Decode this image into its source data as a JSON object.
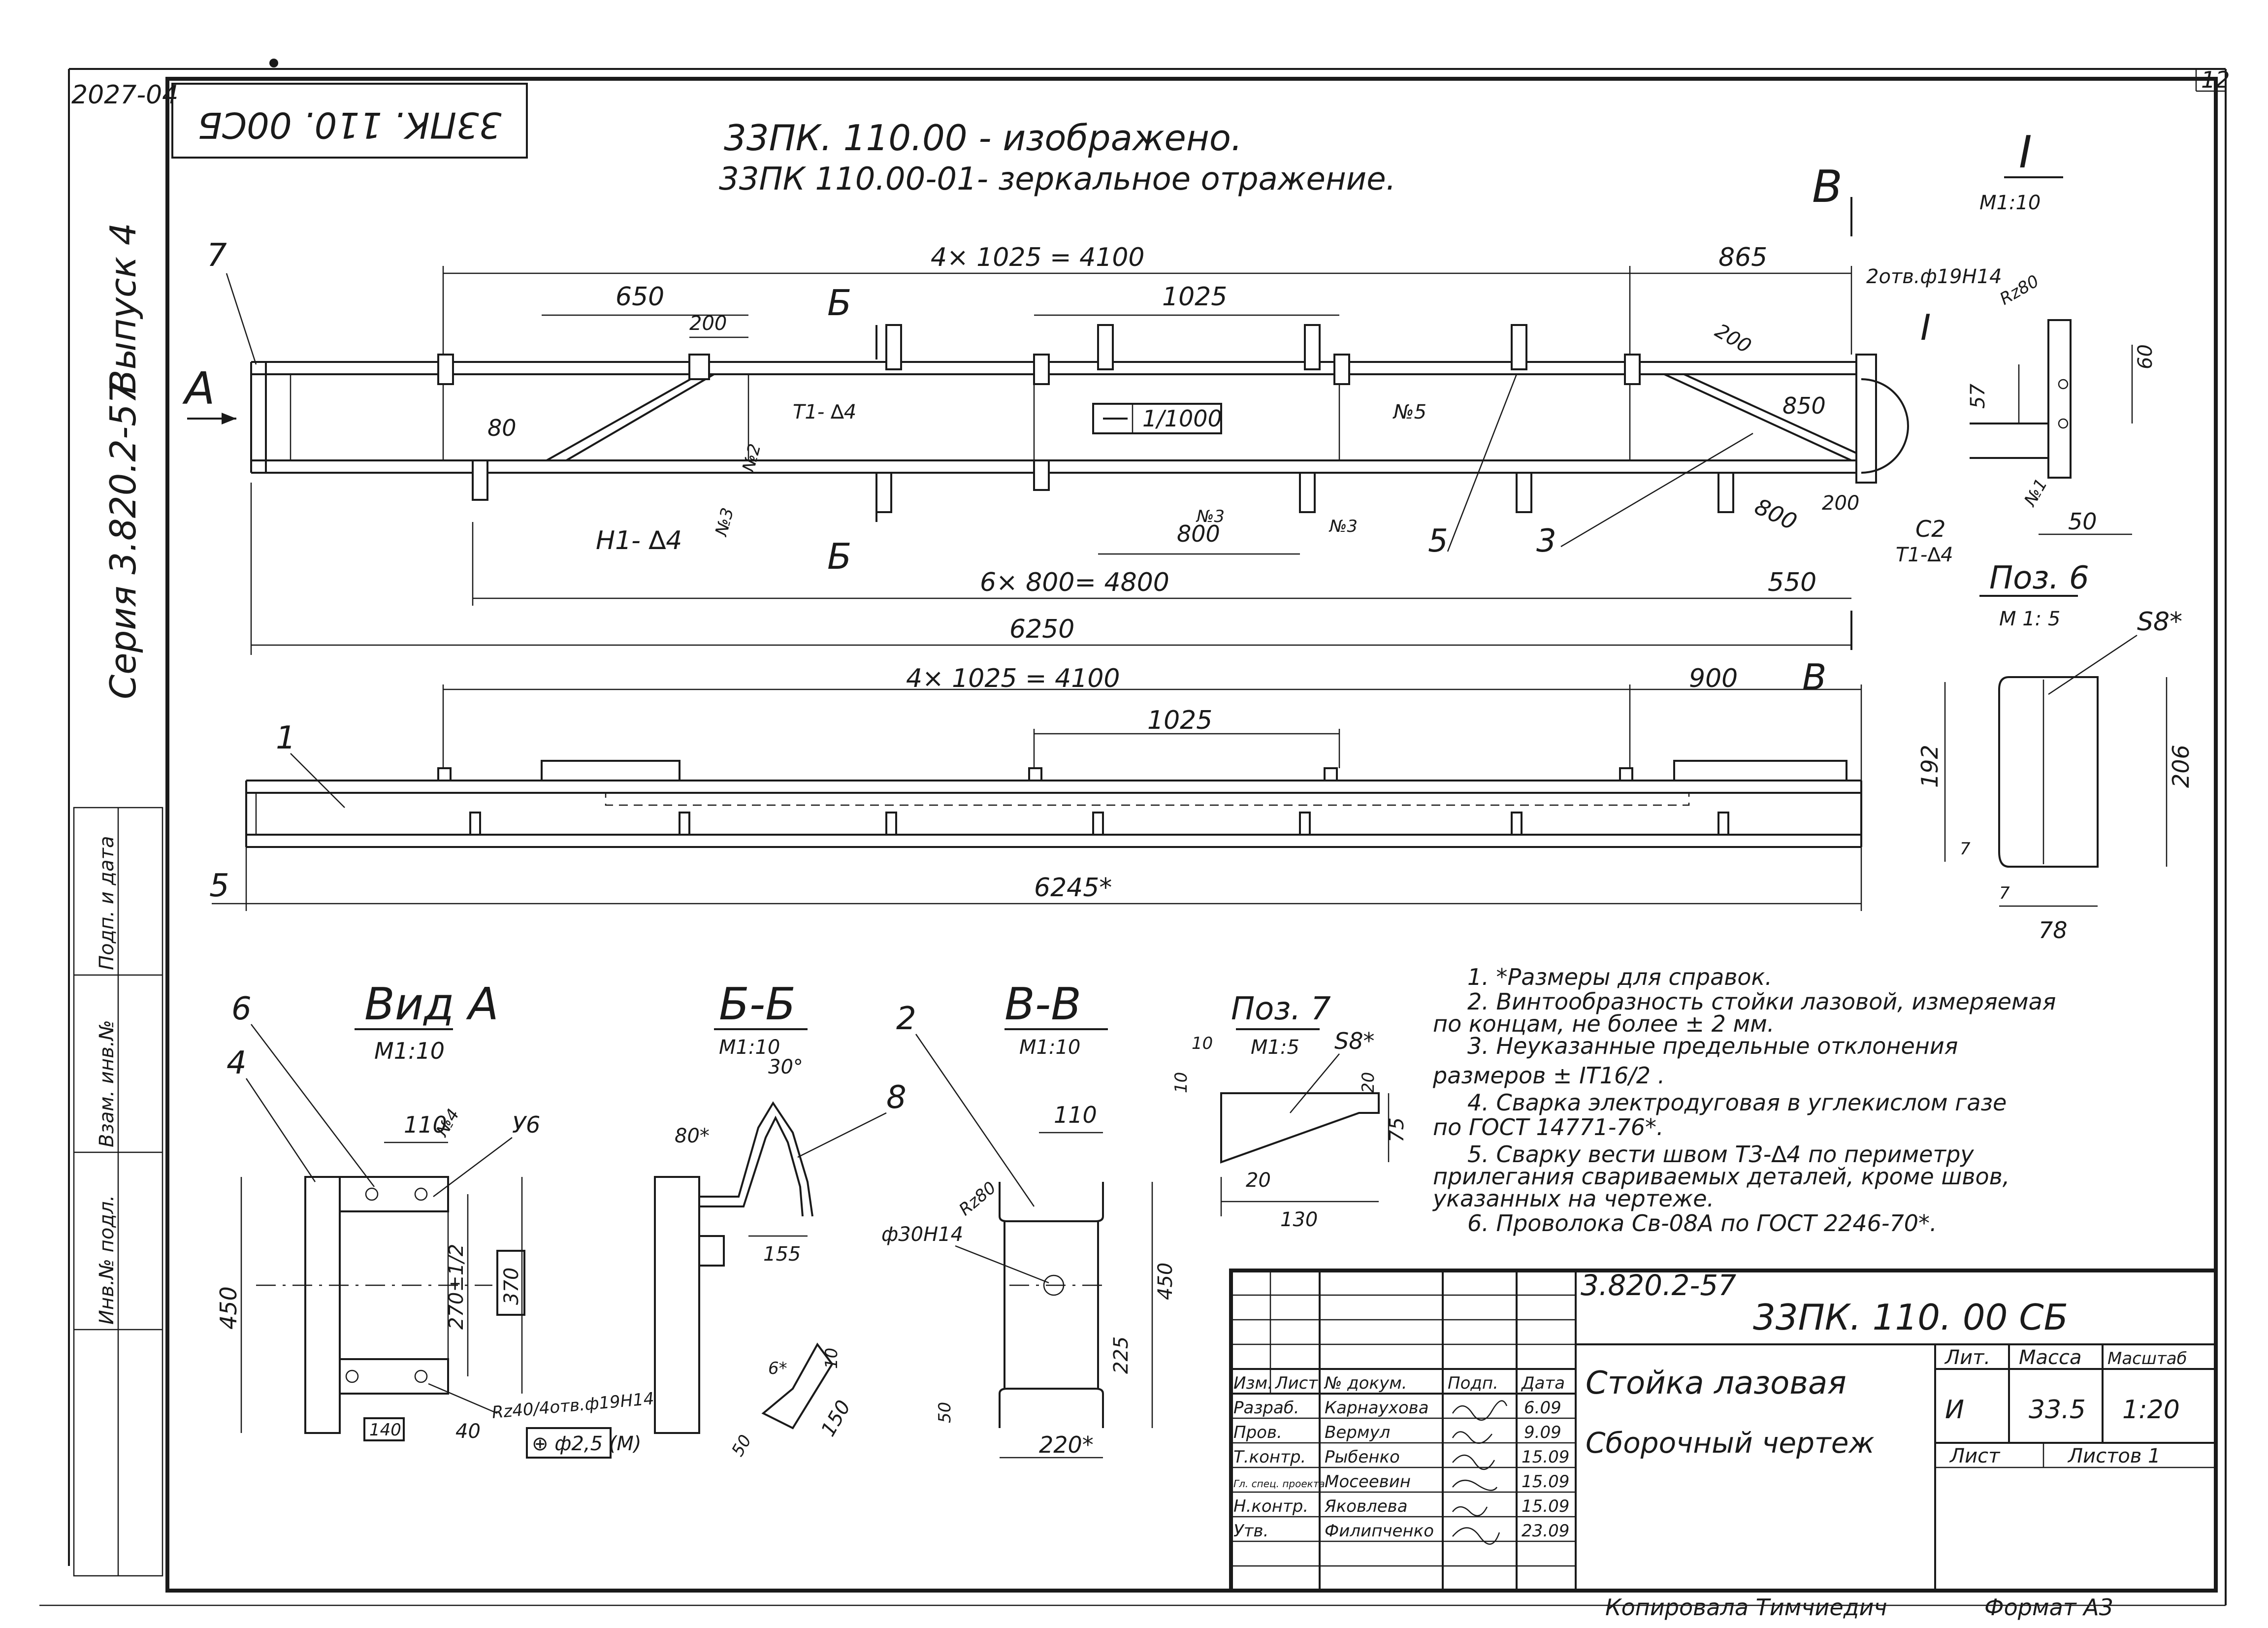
{
  "sheet": {
    "corner_code": "2027-04",
    "page_number": "12",
    "mirrored_code": "33ПК. 110. 00СБ",
    "vertical_series": "Серия 3.820.2-57",
    "vertical_issue": "Выпуск 4"
  },
  "header": {
    "line1": "33ПК. 110.00  - изображено.",
    "line2": "33ПК 110.00-01- зеркальное отражение."
  },
  "main_view": {
    "label_b_top": "Б",
    "label_b_bottom": "Б",
    "label_v_top": "В",
    "label_v_bottom": "В",
    "label_a": "А",
    "label_i": "I",
    "pos_7": "7",
    "pos_5": "5",
    "pos_3": "3",
    "dim_4x1025": "4× 1025 = 4100",
    "dim_865": "865",
    "dim_650": "650",
    "dim_200a": "200",
    "dim_1025": "1025",
    "dim_80": "80",
    "dim_200b": "200",
    "dim_800a": "800",
    "dim_850": "850",
    "dim_800b": "800",
    "dim_200c": "200",
    "dim_6x800": "6× 800= 4800",
    "dim_550": "550",
    "dim_6250": "6250",
    "weld_t1": "Т1- ∆4",
    "weld_h1": "Н1- ∆4",
    "weld_n2": "№2",
    "weld_n3a": "№3",
    "weld_n3b": "№3",
    "weld_n3c": "№3",
    "weld_n5": "№5",
    "slope": "1/1000"
  },
  "lower_view": {
    "dim_4x1025": "4× 1025 = 4100",
    "dim_900": "900",
    "dim_1025": "1025",
    "dim_6245": "6245*",
    "pos_1": "1",
    "pos_5": "5"
  },
  "detail_i": {
    "title": "I",
    "scale": "М1:10",
    "holes": "2отв.ф19Н14",
    "rz": "Rz80",
    "dim_60": "60",
    "dim_57": "57",
    "dim_50": "50",
    "weld_n1": "№1",
    "weld_c2": "С2",
    "weld_t1": "Т1-∆4"
  },
  "pos6": {
    "title": "Поз. 6",
    "scale": "М 1: 5",
    "s8": "S8*",
    "dim_192": "192",
    "dim_206": "206",
    "dim_7a": "7",
    "dim_7b": "7",
    "dim_78": "78"
  },
  "view_a": {
    "title": "Вид А",
    "scale": "М1:10",
    "pos_6": "6",
    "pos_4": "4",
    "dim_110": "110",
    "weld_n4": "№4",
    "weld_u6": "У6",
    "dim_450": "450",
    "dim_270": "270±1/2",
    "dim_370": "370",
    "dim_140": "140",
    "dim_40": "40",
    "holes": "Rz40/4отв.ф19Н14",
    "tolerance": "⊕ ф2,5 (М)"
  },
  "section_bb": {
    "title": "Б-Б",
    "scale": "М1:10",
    "dim_30": "30°",
    "dim_80": "80*",
    "pos_8": "8",
    "dim_155": "155",
    "dim_10": "10",
    "dim_6": "6*",
    "dim_50": "50",
    "dim_150": "150"
  },
  "section_vv": {
    "title": "В-В",
    "scale": "М1:10",
    "pos_2": "2",
    "dim_110": "110",
    "hole": "ф30Н14",
    "rz": "Rz80",
    "dim_450": "450",
    "dim_225": "225",
    "dim_50": "50",
    "dim_220": "220*"
  },
  "pos7": {
    "title": "Поз. 7",
    "scale": "М1:5",
    "s8": "S8*",
    "dim_10a": "10",
    "dim_10b": "10",
    "dim_20a": "20",
    "dim_75": "75",
    "dim_20b": "20",
    "dim_130": "130"
  },
  "notes": {
    "n1": "1. *Размеры для справок.",
    "n2a": "2. Винтообразность стойки  лазовой, измеряемая",
    "n2b": "по концам, не более ± 2 мм.",
    "n3a": "3. Неуказанные предельные отклонения",
    "n3b": "размеров ± IT16/2 .",
    "n4a": "4. Сварка электродуговая в углекислом газе",
    "n4b": "по ГОСТ 14771-76*.",
    "n5a": "5. Сварку вести швом Т3-∆4 по периметру",
    "n5b": "прилегания свариваемых деталей, кроме швов,",
    "n5c": "указанных на чертеже.",
    "n6": "6. Проволока  Св-08А по ГОСТ 2246-70*."
  },
  "title_block": {
    "series": "3.820.2-57",
    "designation": "33ПК. 110. 00 СБ",
    "name1": "Стойка лазовая",
    "name2": "Сборочный чертеж",
    "hdr_izm": "Изм.",
    "hdr_list": "Лист",
    "hdr_doc": "№ докум.",
    "hdr_sign": "Подп.",
    "hdr_date": "Дата",
    "rows": [
      {
        "role": "Разраб.",
        "name": "Карнаухова",
        "date": "6.09"
      },
      {
        "role": "Пров.",
        "name": "Вермул",
        "date": "9.09"
      },
      {
        "role": "Т.контр.",
        "name": "Рыбенко",
        "date": "15.09"
      },
      {
        "role": "Гл. спец. проекта",
        "name": "Мосеевин",
        "date": "15.09"
      },
      {
        "role": "Н.контр.",
        "name": "Яковлева",
        "date": "15.09"
      },
      {
        "role": "Утв.",
        "name": "Филипченко",
        "date": "23.09"
      }
    ],
    "lit_hdr": "Лит.",
    "mass_hdr": "Масса",
    "scale_hdr": "Масштаб",
    "lit_val": "И",
    "mass_val": "33.5",
    "scale_val": "1:20",
    "sheet_lbl": "Лист",
    "sheets_lbl": "Листов 1"
  },
  "side_stamp": [
    "Взам. инв.№",
    "Подп. и дата",
    "Инв.№ подл."
  ],
  "footer": {
    "copied": "Копировала Тимчиедич",
    "format": "Формат А3"
  }
}
